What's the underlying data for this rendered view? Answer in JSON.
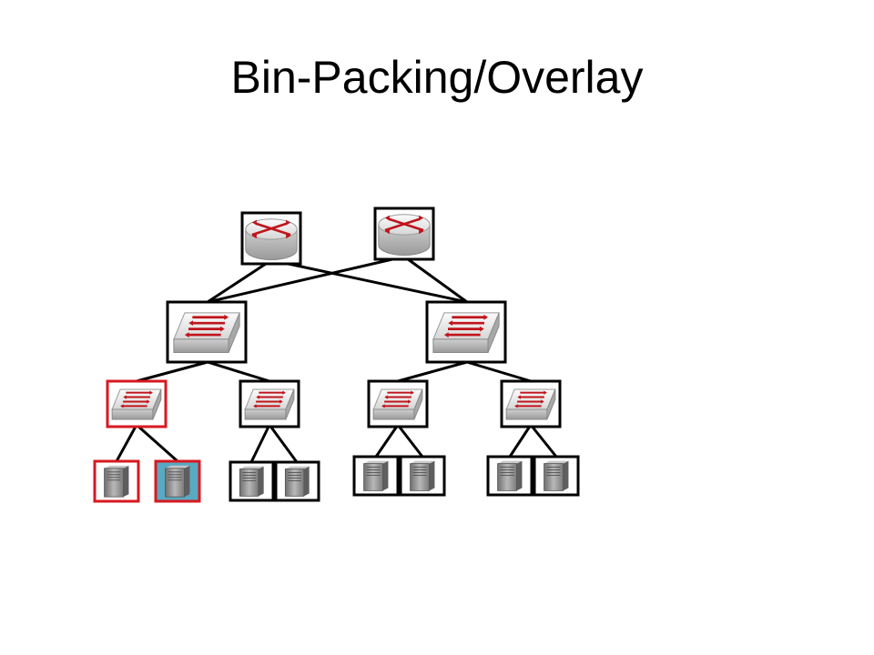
{
  "slide": {
    "title": "Bin-Packing/Overlay"
  },
  "colors": {
    "background": "#ffffff",
    "frame": "#000000",
    "link": "#000000",
    "highlight_border": "#d71920",
    "selected_fill": "#5aa9c2",
    "device_body": "#d9d9d9",
    "arrow": "#c0141b",
    "server_body": "#8c8c8c"
  },
  "topology": {
    "core_routers": [
      {
        "id": "core-router-1",
        "icon": "router-icon"
      },
      {
        "id": "core-router-2",
        "icon": "router-icon"
      }
    ],
    "aggregation_switches": [
      {
        "id": "agg-switch-1",
        "icon": "switch-icon"
      },
      {
        "id": "agg-switch-2",
        "icon": "switch-icon"
      }
    ],
    "edge_switches": [
      {
        "id": "edge-switch-1",
        "icon": "switch-icon",
        "highlighted": true
      },
      {
        "id": "edge-switch-2",
        "icon": "switch-icon",
        "highlighted": false
      },
      {
        "id": "edge-switch-3",
        "icon": "switch-icon",
        "highlighted": false
      },
      {
        "id": "edge-switch-4",
        "icon": "switch-icon",
        "highlighted": false
      }
    ],
    "servers": [
      {
        "id": "server-1",
        "icon": "server-icon",
        "highlighted": true,
        "selected": false
      },
      {
        "id": "server-2",
        "icon": "server-icon",
        "highlighted": true,
        "selected": true
      },
      {
        "id": "server-3",
        "icon": "server-icon",
        "highlighted": false,
        "selected": false
      },
      {
        "id": "server-4",
        "icon": "server-icon",
        "highlighted": false,
        "selected": false
      },
      {
        "id": "server-5",
        "icon": "server-icon",
        "highlighted": false,
        "selected": false
      },
      {
        "id": "server-6",
        "icon": "server-icon",
        "highlighted": false,
        "selected": false
      },
      {
        "id": "server-7",
        "icon": "server-icon",
        "highlighted": false,
        "selected": false
      },
      {
        "id": "server-8",
        "icon": "server-icon",
        "highlighted": false,
        "selected": false
      }
    ],
    "links": [
      [
        "core-router-1",
        "agg-switch-2"
      ],
      [
        "core-router-2",
        "agg-switch-1"
      ],
      [
        "core-router-1",
        "agg-switch-1"
      ],
      [
        "core-router-2",
        "agg-switch-2"
      ],
      [
        "agg-switch-1",
        "edge-switch-1"
      ],
      [
        "agg-switch-1",
        "edge-switch-2"
      ],
      [
        "agg-switch-2",
        "edge-switch-3"
      ],
      [
        "agg-switch-2",
        "edge-switch-4"
      ],
      [
        "edge-switch-1",
        "server-1"
      ],
      [
        "edge-switch-1",
        "server-2"
      ],
      [
        "edge-switch-2",
        "server-3"
      ],
      [
        "edge-switch-2",
        "server-4"
      ],
      [
        "edge-switch-3",
        "server-5"
      ],
      [
        "edge-switch-3",
        "server-6"
      ],
      [
        "edge-switch-4",
        "server-7"
      ],
      [
        "edge-switch-4",
        "server-8"
      ]
    ]
  }
}
